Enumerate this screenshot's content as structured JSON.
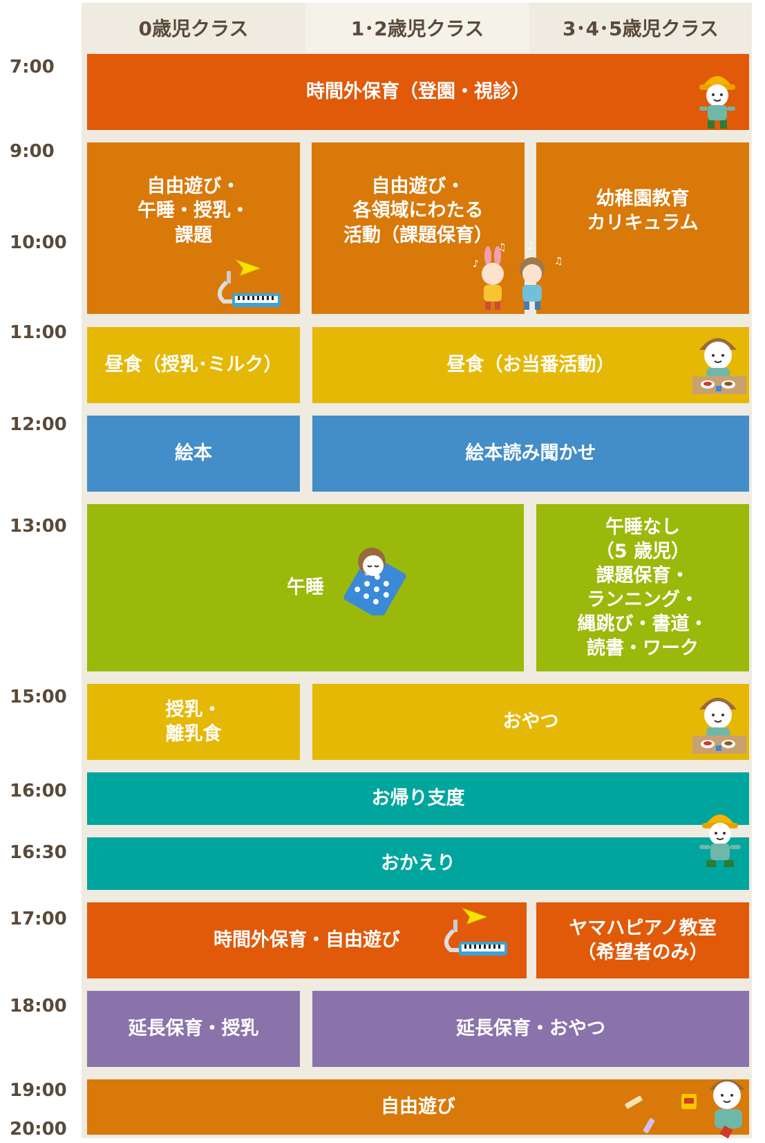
{
  "headers": [
    "0歳児クラス",
    "1･2歳児クラス",
    "3･4･5歳児クラス"
  ],
  "times": [
    "7:00",
    "9:00",
    "10:00",
    "11:00",
    "12:00",
    "13:00",
    "15:00",
    "16:00",
    "16:30",
    "17:00",
    "18:00",
    "19:00",
    "20:00"
  ],
  "blocks": {
    "early_care": "時間外保育（登園・視診）",
    "free_play_0": "自由遊び・\n午睡・授乳・\n課題",
    "free_play_12": "自由遊び・\n各領域にわたる\n活動（課題保育）",
    "curriculum_345": "幼稚園教育\nカリキュラム",
    "lunch_0": "昼食（授乳･ミルク）",
    "lunch_12345": "昼食（お当番活動）",
    "picture_book_0": "絵本",
    "picture_book_reading": "絵本読み聞かせ",
    "nap": "午睡",
    "no_nap_345": "午睡なし\n（5 歳児）\n課題保育・\nランニング・\n縄跳び・書道・\n読書・ワーク",
    "nursing_0": "授乳・\n離乳食",
    "snack": "おやつ",
    "going_home_prep": "お帰り支度",
    "going_home": "おかえり",
    "extra_care_free_play": "時間外保育・自由遊び",
    "yamaha_piano": "ヤマハピアノ教室\n（希望者のみ）",
    "extended_care_nursing": "延長保育・授乳",
    "extended_care_snack": "延長保育・おやつ",
    "free_play_evening": "自由遊び"
  },
  "colors": {
    "red": "#e05a0a",
    "orange": "#d9790a",
    "yellow": "#e5b806",
    "blue": "#438dc8",
    "green": "#9bb90a",
    "teal": "#00a69e",
    "purple": "#8a73aa",
    "header_bg": "#efebe1",
    "text_dark": "#5a4a3a"
  },
  "icons": [
    "child-with-hat-icon",
    "melodica-icon",
    "dancing-kids-icon",
    "child-eating-icon",
    "sleeping-child-icon",
    "child-playing-blocks-icon"
  ]
}
